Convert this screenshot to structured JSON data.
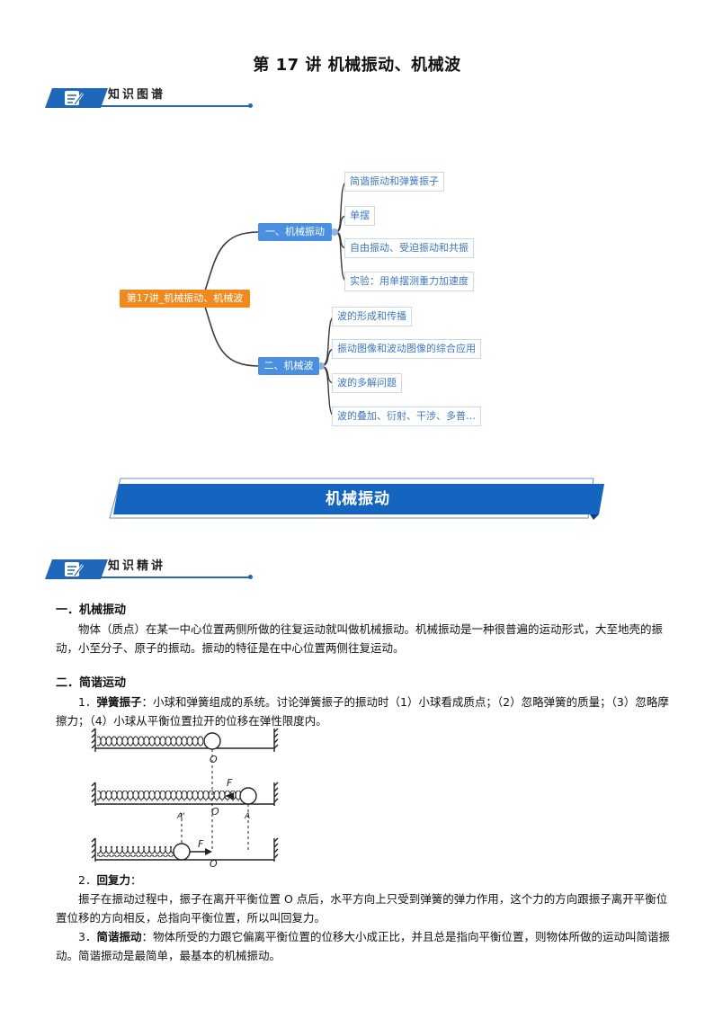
{
  "doc": {
    "title": "第 17 讲  机械振动、机械波",
    "section1_label": "知识图谱",
    "section2_label": "知识精讲",
    "banner": "机械振动"
  },
  "mindmap": {
    "center": "第17讲_机械振动、机械波",
    "branches": [
      {
        "label": "一、机械振动",
        "leaves": [
          "简谐振动和弹簧振子",
          "单摆",
          "自由振动、受迫振动和共振",
          "实验：用单摆测重力加速度"
        ]
      },
      {
        "label": "二、机械波",
        "leaves": [
          "波的形成和传播",
          "振动图像和波动图像的综合应用",
          "波的多解问题",
          "波的叠加、衍射、干涉、多普…"
        ]
      }
    ]
  },
  "content": {
    "s1_heading": "一．机械振动",
    "s1_para": "物体（质点）在某一中心位置两侧所做的往复运动就叫做机械振动。机械振动是一种很普遍的运动形式，大至地壳的振动，小至分子、原子的振动。振动的特征是在中心位置两侧往复运动。",
    "s2_heading": "二．简谐运动",
    "item1_num": "1．",
    "item1_bold": "弹簧振子",
    "item1_text": "：小球和弹簧组成的系统。讨论弹簧振子的振动时（1）小球看成质点；（2）忽略弹簧的质量；（3）忽略摩擦力；（4）小球从平衡位置拉开的位移在弹性限度内。",
    "item2_num": "2．",
    "item2_bold": "回复力",
    "item2_colon": "：",
    "item2_text": "振子在振动过程中，振子在离开平衡位置 O 点后，水平方向上只受到弹簧的弹力作用，这个力的方向跟振子离开平衡位置位移的方向相反，总指向平衡位置，所以叫回复力。",
    "item3_num": "3．",
    "item3_bold": "简谐振动",
    "item3_text": "：物体所受的力跟它偏离平衡位置的位移大小成正比，并且总是指向平衡位置，则物体所做的运动叫简谐振动。简谐振动是最简单，最基本的机械振动。"
  },
  "figure": {
    "label_o": "O",
    "label_f": "F",
    "label_a_prime": "A'",
    "label_a": "A"
  }
}
